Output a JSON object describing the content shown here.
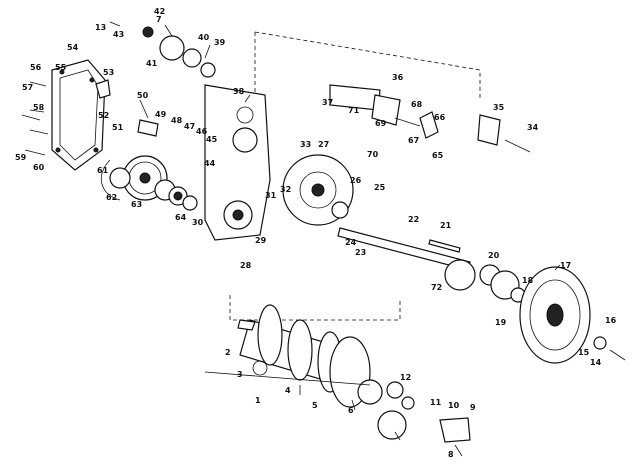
{
  "callouts": [
    "1",
    "2",
    "3",
    "4",
    "5",
    "6",
    "7",
    "8",
    "9",
    "10",
    "11",
    "12",
    "13",
    "14",
    "15",
    "16",
    "17",
    "18",
    "19",
    "20",
    "21",
    "22",
    "23",
    "24",
    "25",
    "26",
    "27",
    "28",
    "29",
    "30",
    "31",
    "32",
    "33",
    "34",
    "35",
    "36",
    "37",
    "38",
    "39",
    "40",
    "41",
    "42",
    "43",
    "44",
    "45",
    "46",
    "47",
    "48",
    "49",
    "50",
    "51",
    "52",
    "53",
    "54",
    "55",
    "56",
    "57",
    "58",
    "59",
    "60",
    "61",
    "62",
    "63",
    "64",
    "65",
    "66",
    "67",
    "68",
    "69",
    "70",
    "71",
    "72"
  ],
  "icons": {
    "diagram": "exploded-parts-view"
  }
}
